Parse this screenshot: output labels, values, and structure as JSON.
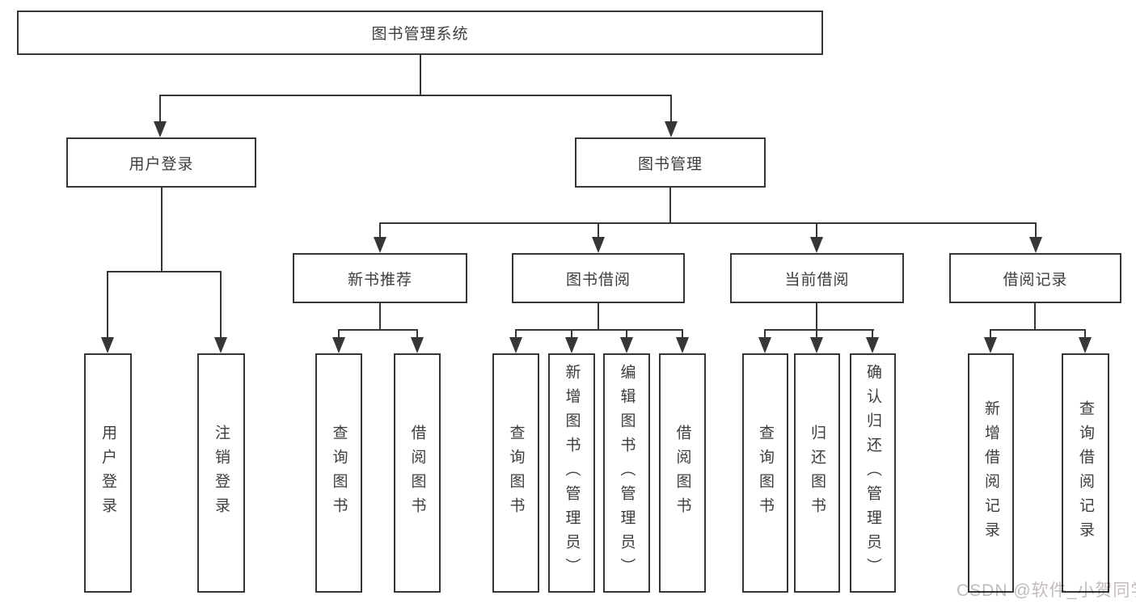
{
  "root": {
    "label": "图书管理系统",
    "children": [
      {
        "label": "用户登录",
        "children": [
          {
            "label": "用户登录"
          },
          {
            "label": "注销登录"
          }
        ]
      },
      {
        "label": "图书管理",
        "children": [
          {
            "label": "新书推荐",
            "children": [
              {
                "label": "查询图书"
              },
              {
                "label": "借阅图书"
              }
            ]
          },
          {
            "label": "图书借阅",
            "children": [
              {
                "label": "查询图书"
              },
              {
                "label": "新增图书（管理员）"
              },
              {
                "label": "编辑图书（管理员）"
              },
              {
                "label": "借阅图书"
              }
            ]
          },
          {
            "label": "当前借阅",
            "children": [
              {
                "label": "查询图书"
              },
              {
                "label": "归还图书"
              },
              {
                "label": "确认归还（管理员）"
              }
            ]
          },
          {
            "label": "借阅记录",
            "children": [
              {
                "label": "新增借阅记录"
              },
              {
                "label": "查询借阅记录"
              }
            ]
          }
        ]
      }
    ]
  },
  "watermark": "CSDN @软件_小贺同学",
  "colors": {
    "line": "#363636",
    "text": "#3d3d3d",
    "background": "#ffffff",
    "watermark": "#c3bbbb"
  }
}
